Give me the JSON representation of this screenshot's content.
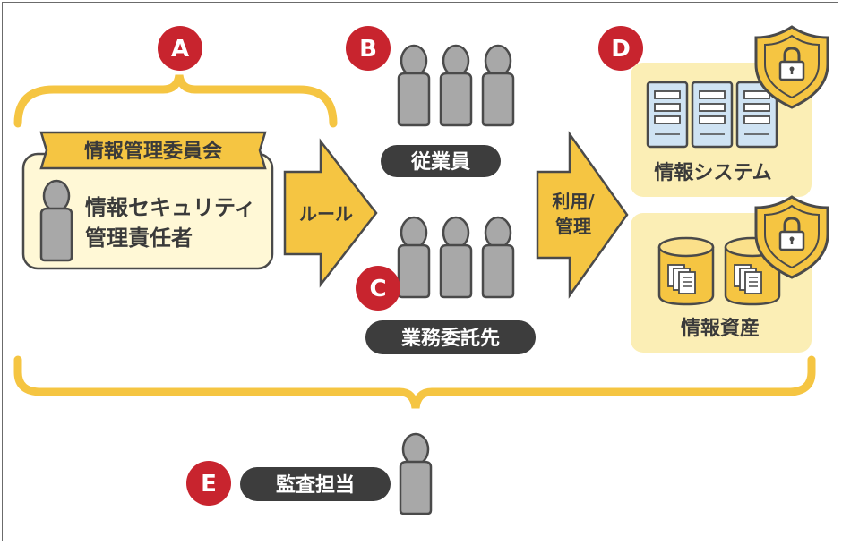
{
  "labels": {
    "a": "A",
    "b": "B",
    "c": "C",
    "d": "D",
    "e": "E"
  },
  "committee": {
    "title": "情報管理委員会",
    "officer_line1": "情報セキュリティ",
    "officer_line2": "管理責任者"
  },
  "arrow_rules": "ルール",
  "employees": "従業員",
  "contractors": "業務委託先",
  "arrow_use_line1": "利用/",
  "arrow_use_line2": "管理",
  "info_system": "情報システム",
  "info_assets": "情報資産",
  "audit": "監査担当",
  "colors": {
    "accent_yellow": "#f5c542",
    "pale_yellow": "#fbeeb5",
    "card_yellow": "#fff8d6",
    "label_red": "#c8242e",
    "person_gray": "#a8a8a8",
    "dark_pill": "#3d3d3d",
    "server_blue": "#cfe3f3"
  }
}
